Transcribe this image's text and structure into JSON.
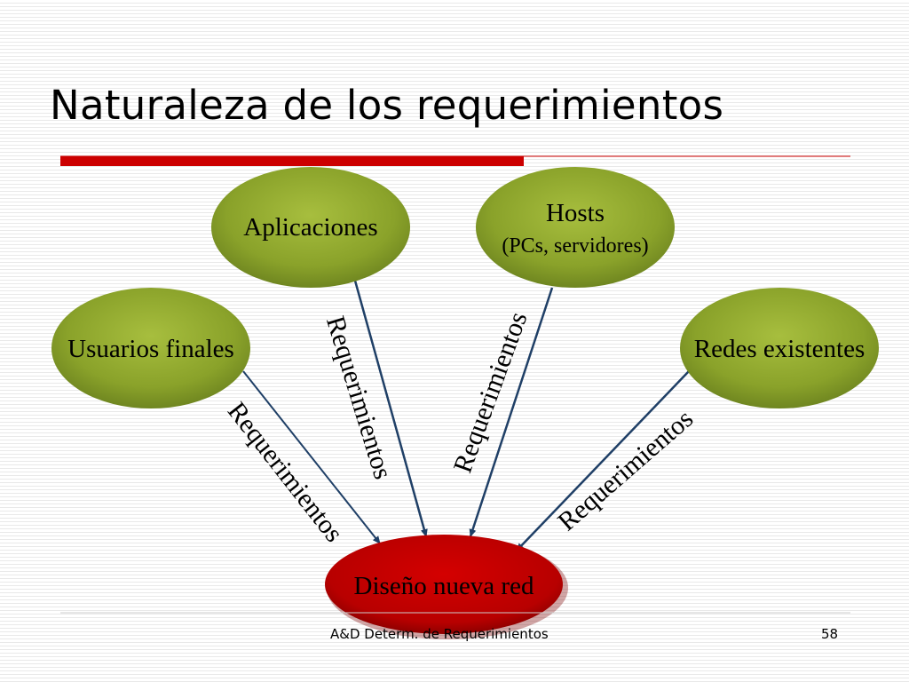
{
  "slide": {
    "title": "Naturaleza de los requerimientos",
    "accent_color": "#cc0000"
  },
  "nodes": {
    "aplicaciones": {
      "label": "Aplicaciones",
      "color": "#8aa22a"
    },
    "hosts": {
      "label": "Hosts",
      "sublabel": "(PCs, servidores)",
      "color": "#8aa22a"
    },
    "usuarios": {
      "label": "Usuarios finales",
      "color": "#8aa22a"
    },
    "redes": {
      "label": "Redes existentes",
      "color": "#8aa22a"
    },
    "diseno": {
      "label": "Diseño nueva red",
      "color": "#c00000"
    }
  },
  "connectors": {
    "usuarios": "Requerimientos",
    "aplicaciones": "Requerimientos",
    "hosts": "Requerimientos",
    "redes": "Requerimientos"
  },
  "footer": {
    "text": "A&D Determ. de Requerimientos",
    "page_number": "58"
  }
}
